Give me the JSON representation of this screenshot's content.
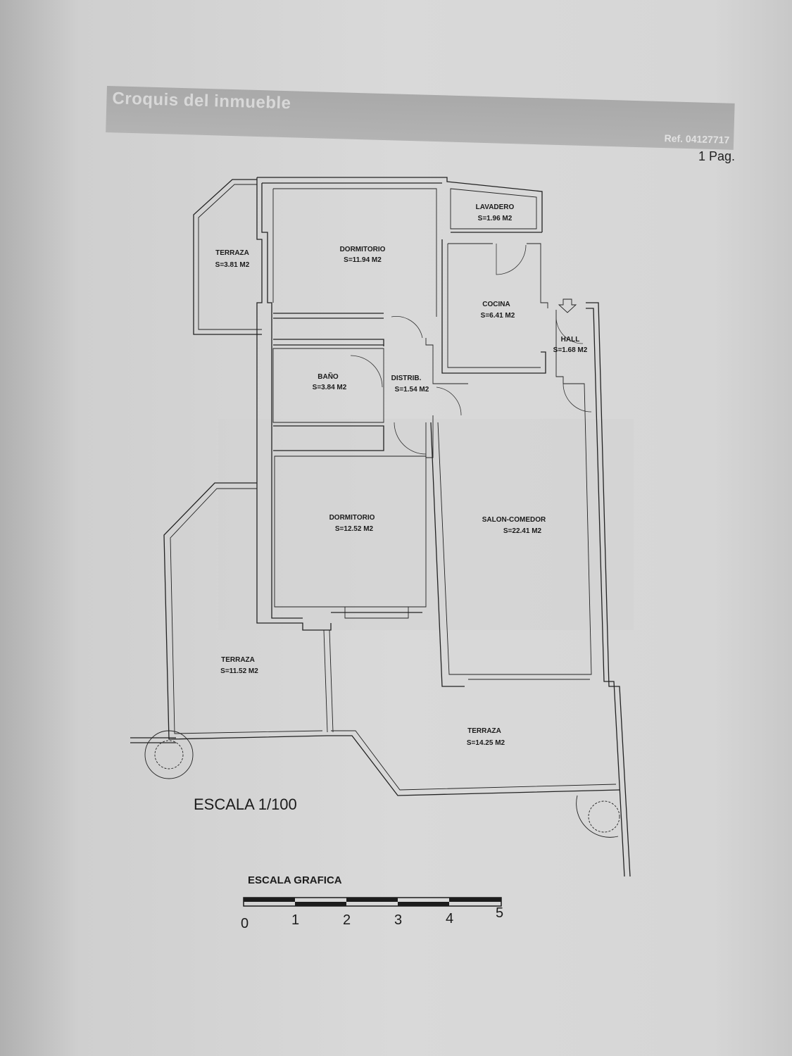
{
  "header": {
    "title": "Croquis del inmueble",
    "ref": "Ref. 04127717",
    "page": "1 Pag."
  },
  "rooms": [
    {
      "name": "LAVADERO",
      "area": "S=1.96 M2"
    },
    {
      "name": "TERRAZA",
      "area": "S=3.81 M2"
    },
    {
      "name": "DORMITORIO",
      "area": "S=11.94 M2"
    },
    {
      "name": "COCINA",
      "area": "S=6.41 M2"
    },
    {
      "name": "HALL",
      "area": "S=1.68 M2"
    },
    {
      "name": "BAÑO",
      "area": "S=3.84 M2"
    },
    {
      "name": "DISTRIB.",
      "area": "S=1.54 M2"
    },
    {
      "name": "DORMITORIO",
      "area": "S=12.52 M2"
    },
    {
      "name": "SALON-COMEDOR",
      "area": "S=22.41 M2"
    },
    {
      "name": "TERRAZA",
      "area": "S=11.52 M2"
    },
    {
      "name": "TERRAZA",
      "area": "S=14.25 M2"
    }
  ],
  "scale": {
    "text": "ESCALA 1/100",
    "graphic_label": "ESCALA GRAFICA",
    "ticks": [
      "0",
      "1",
      "2",
      "3",
      "4",
      "5"
    ]
  }
}
